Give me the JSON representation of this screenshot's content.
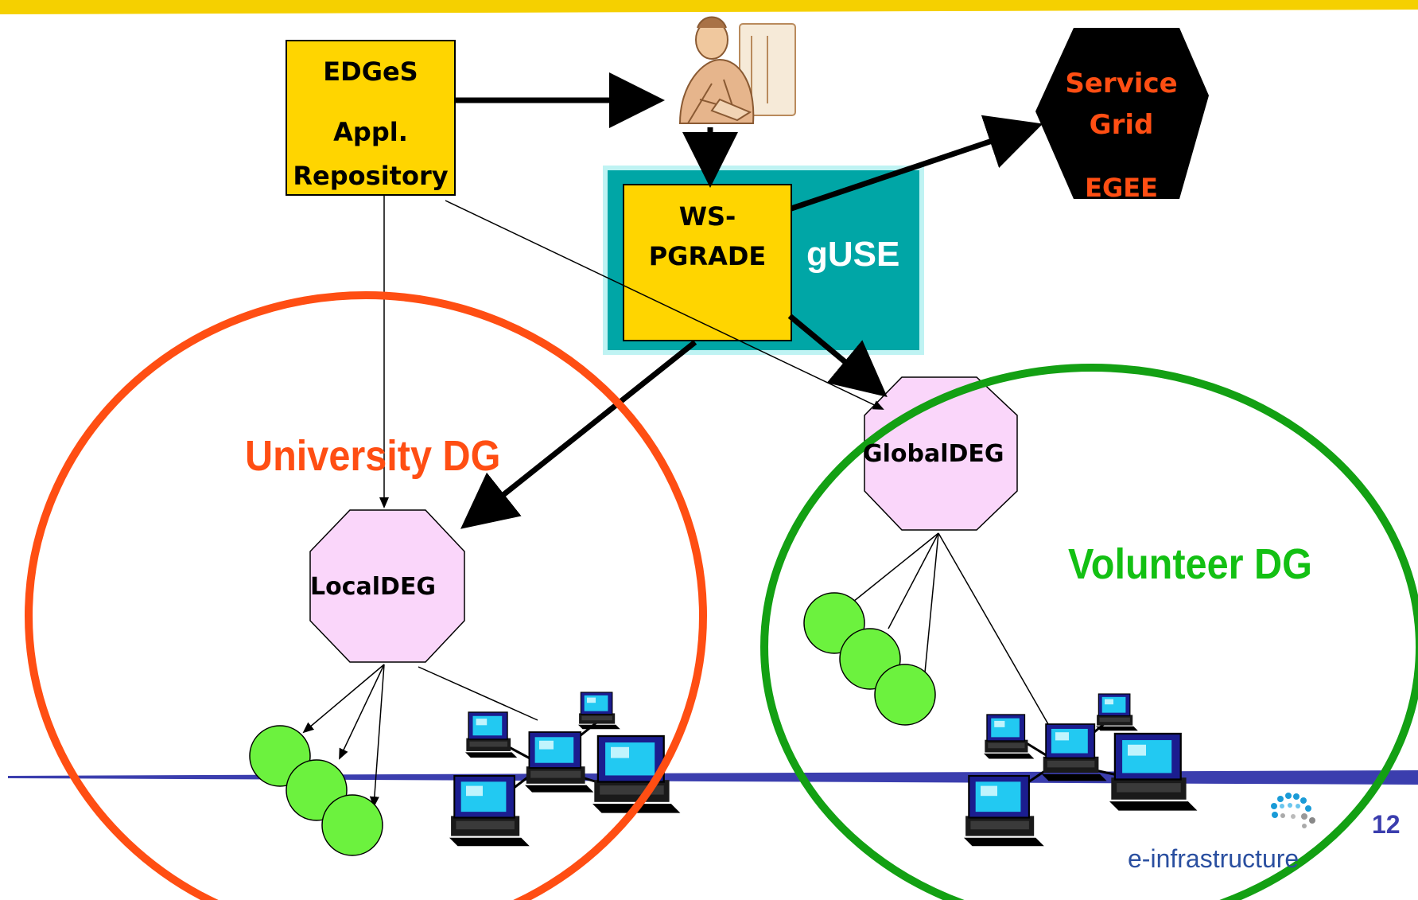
{
  "repository": {
    "line1": "EDGeS",
    "line2": "Appl.",
    "line3": "Repository"
  },
  "wspgrade": {
    "line1": "WS-",
    "line2": "PGRADE"
  },
  "guse": {
    "label": "gUSE"
  },
  "service_grid": {
    "line1": "Service",
    "line2": "Grid",
    "line3": "EGEE"
  },
  "university_dg": {
    "label": "University DG"
  },
  "volunteer_dg": {
    "label": "Volunteer DG"
  },
  "local_deg": {
    "label": "LocalDEG"
  },
  "global_deg": {
    "label": "GlobalDEG"
  },
  "footer": {
    "page_number": "12",
    "logo_text": "e-infrastructure"
  },
  "colors": {
    "box_fill": "#FFD500",
    "guse_fill": "#00A6A6",
    "octagon_fill": "#FAD6FA",
    "university_ring": "#FF4E13",
    "volunteer_ring": "#13A013",
    "node_fill": "#6CF23E",
    "grid_text": "#FF4E13",
    "top_band": "#F5D000",
    "bottom_band": "#3B3EAE"
  },
  "icons": [
    "user-at-computer-icon",
    "desktop-computer-icon",
    "network-node-icon",
    "e-infrastructure-logo-icon"
  ]
}
